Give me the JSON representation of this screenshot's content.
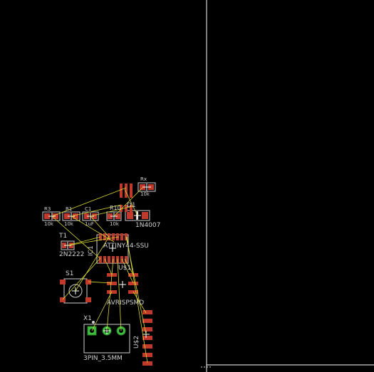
{
  "colors": {
    "background": "#000000",
    "pad": "#c0392b",
    "pad_dark": "#8e1f1a",
    "silk": "#cfcfcf",
    "airwire": "#d8d832",
    "grid_line": "#ffffff",
    "via_green": "#3fbf3f"
  },
  "components": {
    "r3": {
      "name": "R3",
      "value": "10k"
    },
    "r1": {
      "name": "R1",
      "value": "10k"
    },
    "c1": {
      "name": "C1",
      "value": "1uF"
    },
    "r10": {
      "name": "R10",
      "value": "10k"
    },
    "rx": {
      "name": "Rx",
      "value": "10k"
    },
    "d1": {
      "name": "D1",
      "value": "1N4007"
    },
    "t1": {
      "name": "T1",
      "value": "2N2222"
    },
    "ic1": {
      "name": "IC1",
      "value": "ATTINY44-SSU"
    },
    "u1": {
      "name": "U$1"
    },
    "s1": {
      "name": "S1"
    },
    "isp": {
      "value": "AVRISPSMD"
    },
    "x1": {
      "name": "X1",
      "value": "3PIN_3.5MM"
    },
    "u2": {
      "name": "U$2"
    }
  }
}
